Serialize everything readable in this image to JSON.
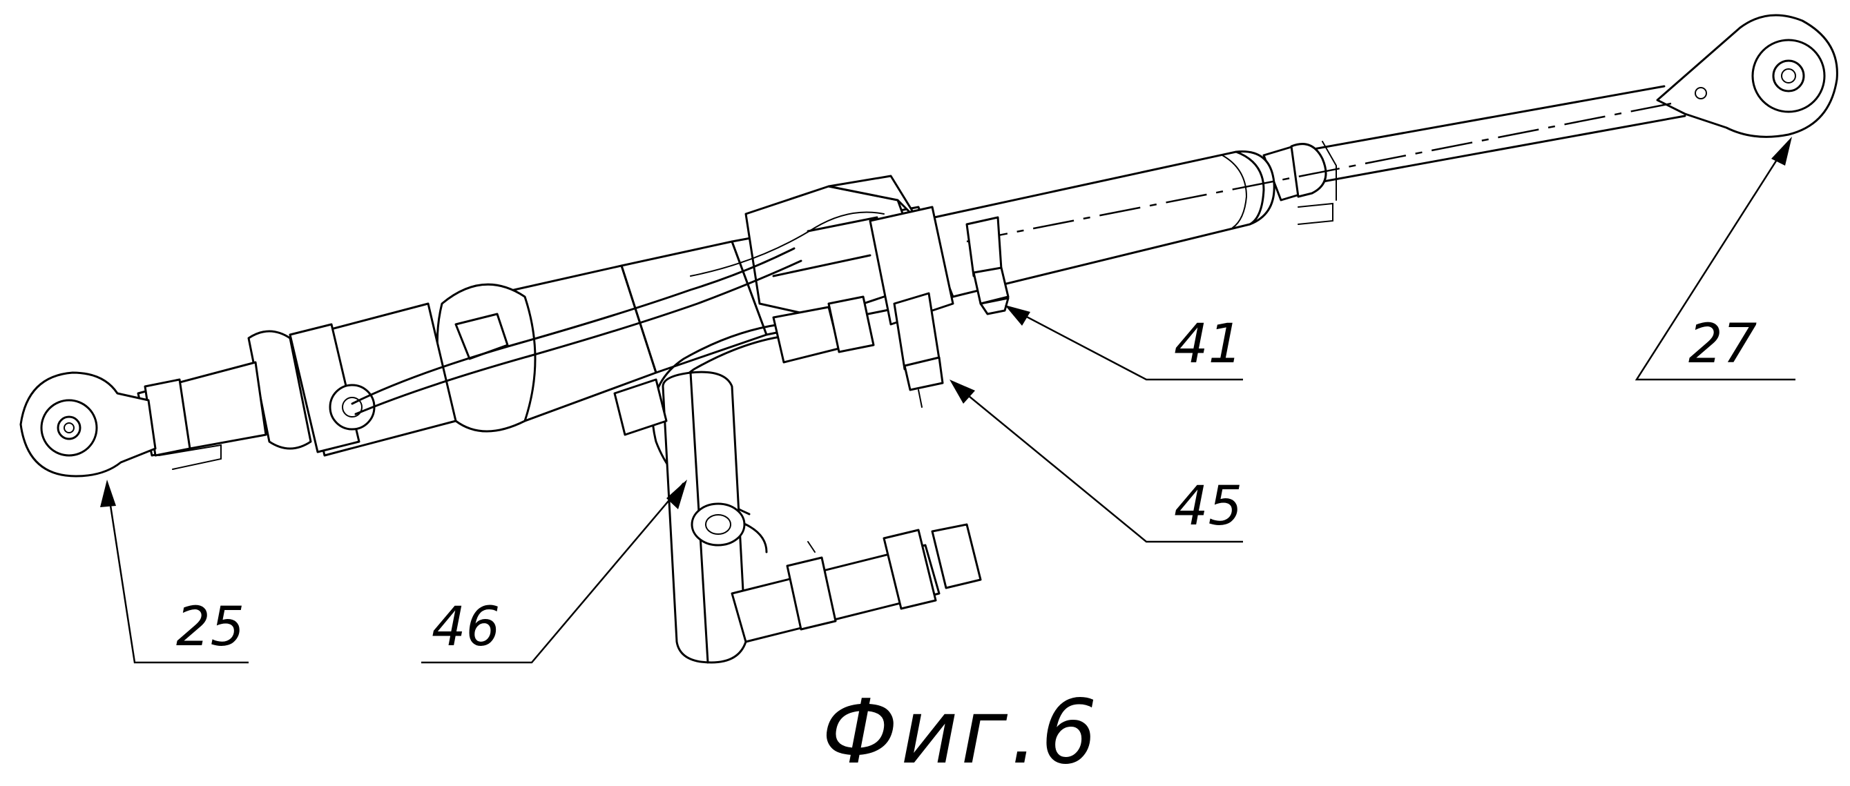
{
  "figure": {
    "caption": "Фиг.6"
  },
  "callouts": [
    {
      "id": "c25",
      "label": "25"
    },
    {
      "id": "c27",
      "label": "27"
    },
    {
      "id": "c41",
      "label": "41"
    },
    {
      "id": "c45",
      "label": "45"
    },
    {
      "id": "c46",
      "label": "46"
    }
  ],
  "style": {
    "ink": "#000000",
    "paper": "#ffffff"
  }
}
